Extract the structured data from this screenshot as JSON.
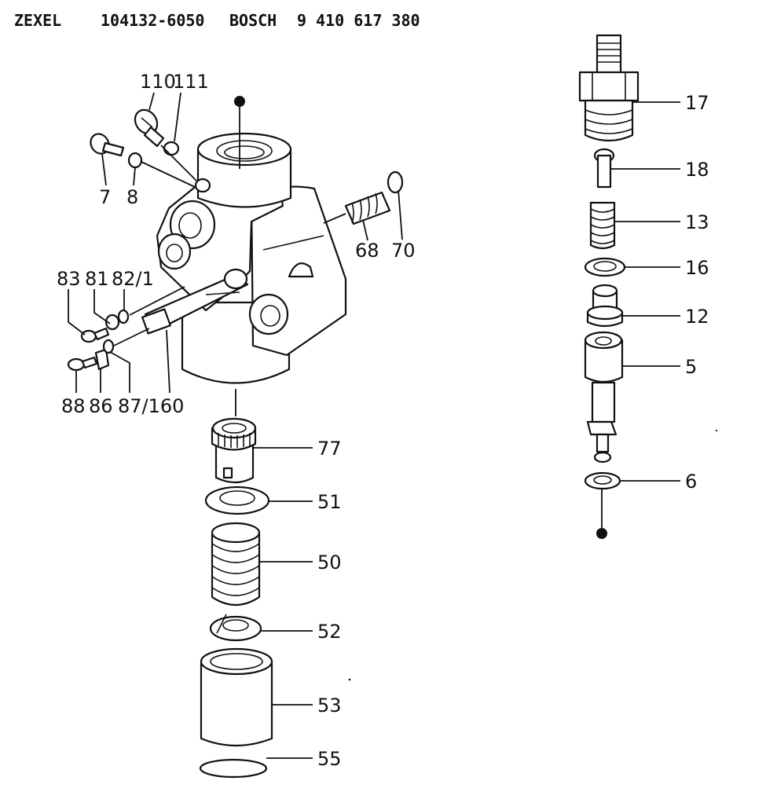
{
  "header": {
    "brand": "ZEXEL",
    "zexel_number": "104132-6050",
    "alt_brand": "BOSCH",
    "bosch_number": "9 410 617 380"
  },
  "callouts": {
    "c110": "110",
    "c111": "111",
    "c7": "7",
    "c8": "8",
    "c68": "68",
    "c70": "70",
    "c83": "83",
    "c81": "81",
    "c82_1": "82/1",
    "c88": "88",
    "c86": "86",
    "c87_160": "87/160",
    "c77": "77",
    "c51": "51",
    "c50": "50",
    "c52": "52",
    "c53": "53",
    "c55": "55",
    "c17": "17",
    "c18": "18",
    "c13": "13",
    "c16": "16",
    "c12": "12",
    "c5": "5",
    "c6": "6"
  }
}
